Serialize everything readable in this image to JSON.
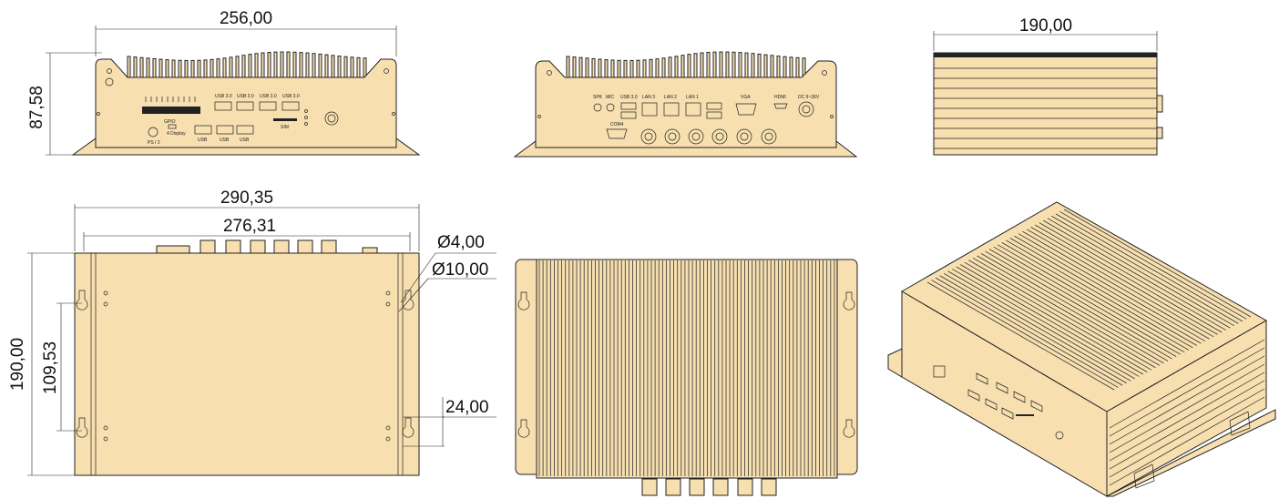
{
  "dimensions": {
    "front_width": "256,00",
    "front_height": "87,58",
    "side_width": "190,00",
    "top_outer_width": "290,35",
    "top_inner_width": "276,31",
    "top_height": "190,00",
    "mount_spacing": "109,53",
    "hole_small": "Ø4,00",
    "hole_large": "Ø10,00",
    "slot_width": "24,00"
  },
  "front_labels": {
    "usb30": "USB 3.0",
    "usb": "USB",
    "ps2": "PS / 2",
    "gpio": "GPIO",
    "sim": "SIM",
    "display": "4 Display"
  },
  "rear_labels": {
    "spk": "SPK",
    "mic": "MIC",
    "usb30": "USB 3.0",
    "lan3": "LAN 3",
    "lan2": "LAN 2",
    "lan1": "LAN 1",
    "vga": "VGA",
    "hdmi": "HDMI",
    "dc": "DC 9~36V",
    "com4": "COM4"
  },
  "colors": {
    "body": "#f7dfb0",
    "outline": "#222222"
  }
}
